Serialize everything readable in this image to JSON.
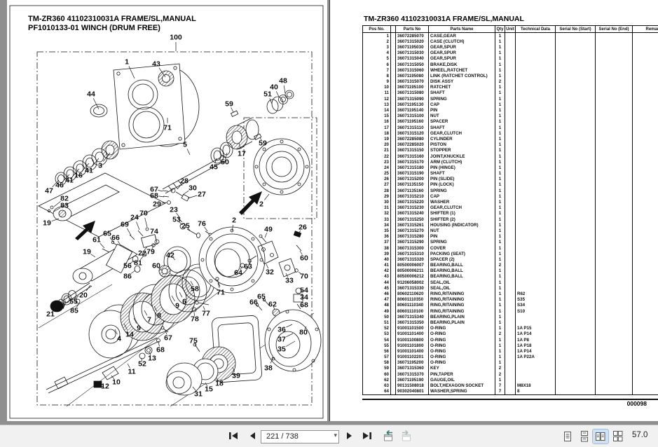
{
  "viewer": {
    "toolbar": {
      "page_field": "221 / 738",
      "zoom_value": "57.0",
      "colors": {
        "layout_selected_bg": "#cfe0f2",
        "view_arrow": "#2e7d74"
      }
    }
  },
  "left_page": {
    "title_line1": "TM-ZR360 41102310031A FRAME/SL,MANUAL",
    "title_line2": "PF1010133-01 WINCH (DRUM FREE)",
    "assembly_label": "100",
    "part_labels": [
      [
        "100",
        251,
        53,
        251,
        73
      ],
      [
        "1",
        181,
        88,
        192,
        112
      ],
      [
        "43",
        223,
        91,
        236,
        110
      ],
      [
        "44",
        130,
        134,
        141,
        156
      ],
      [
        "71",
        239,
        182,
        239,
        168
      ],
      [
        "3",
        143,
        236,
        157,
        218
      ],
      [
        "41",
        127,
        243,
        141,
        226
      ],
      [
        "16",
        112,
        250,
        127,
        233
      ],
      [
        "41",
        99,
        257,
        113,
        241
      ],
      [
        "46",
        85,
        264,
        99,
        249
      ],
      [
        "47",
        70,
        272,
        84,
        257
      ],
      [
        "82",
        92,
        283,
        77,
        295
      ],
      [
        "83",
        92,
        293,
        77,
        302
      ],
      [
        "19",
        67,
        318,
        84,
        312
      ],
      [
        "59",
        327,
        148,
        333,
        160
      ],
      [
        "48",
        404,
        115,
        407,
        133
      ],
      [
        "40",
        391,
        124,
        398,
        138
      ],
      [
        "51",
        382,
        134,
        388,
        148
      ],
      [
        "5",
        264,
        206,
        271,
        221
      ],
      [
        "45",
        305,
        238,
        309,
        226
      ],
      [
        "50",
        321,
        231,
        324,
        218
      ],
      [
        "17",
        345,
        219,
        341,
        204
      ],
      [
        "59",
        375,
        204,
        371,
        196
      ],
      [
        "28",
        263,
        258,
        253,
        270
      ],
      [
        "30",
        275,
        268,
        261,
        278
      ],
      [
        "27",
        288,
        277,
        268,
        283
      ],
      [
        "67",
        220,
        270,
        232,
        273
      ],
      [
        "68",
        220,
        279,
        234,
        281
      ],
      [
        "29",
        224,
        291,
        238,
        289
      ],
      [
        "2",
        373,
        291,
        384,
        277
      ],
      [
        "23",
        248,
        299,
        256,
        310
      ],
      [
        "53",
        252,
        313,
        260,
        321
      ],
      [
        "25",
        265,
        322,
        271,
        329
      ],
      [
        "76",
        288,
        319,
        296,
        330
      ],
      [
        "2",
        334,
        314,
        331,
        330
      ],
      [
        "70",
        205,
        304,
        210,
        324
      ],
      [
        "24",
        192,
        310,
        199,
        328
      ],
      [
        "69",
        178,
        320,
        187,
        336
      ],
      [
        "65",
        153,
        333,
        162,
        346
      ],
      [
        "66",
        165,
        339,
        172,
        350
      ],
      [
        "61",
        138,
        342,
        149,
        354
      ],
      [
        "74",
        220,
        330,
        223,
        343
      ],
      [
        "22",
        203,
        361,
        210,
        352
      ],
      [
        "79",
        215,
        359,
        219,
        351
      ],
      [
        "81",
        197,
        375,
        204,
        366
      ],
      [
        "56",
        182,
        379,
        191,
        372
      ],
      [
        "86",
        182,
        394,
        193,
        386
      ],
      [
        "19",
        124,
        359,
        136,
        367
      ],
      [
        "20",
        119,
        421,
        129,
        407
      ],
      [
        "55",
        105,
        430,
        112,
        422
      ],
      [
        "85",
        106,
        443,
        113,
        433
      ],
      [
        "57",
        88,
        437,
        94,
        429
      ],
      [
        "21",
        72,
        448,
        79,
        440
      ],
      [
        "4",
        170,
        483,
        164,
        470
      ],
      [
        "14",
        185,
        477,
        177,
        462
      ],
      [
        "9",
        198,
        468,
        191,
        454
      ],
      [
        "7",
        213,
        456,
        206,
        443
      ],
      [
        "8",
        227,
        450,
        220,
        437
      ],
      [
        "9",
        253,
        436,
        245,
        422
      ],
      [
        "6",
        263,
        430,
        256,
        417
      ],
      [
        "58",
        278,
        412,
        272,
        401
      ],
      [
        "71",
        315,
        417,
        311,
        404
      ],
      [
        "77",
        294,
        447,
        290,
        437
      ],
      [
        "78",
        278,
        455,
        277,
        446
      ],
      [
        "67",
        240,
        482,
        236,
        472
      ],
      [
        "68",
        229,
        499,
        226,
        489
      ],
      [
        "13",
        217,
        511,
        213,
        503
      ],
      [
        "52",
        203,
        519,
        202,
        511
      ],
      [
        "11",
        188,
        530,
        182,
        519
      ],
      [
        "10",
        166,
        545,
        159,
        536
      ],
      [
        "12",
        150,
        551,
        144,
        552
      ],
      [
        "75",
        276,
        486,
        280,
        495
      ],
      [
        "31",
        283,
        562,
        275,
        552
      ],
      [
        "15",
        298,
        555,
        293,
        546
      ],
      [
        "18",
        313,
        547,
        309,
        539
      ],
      [
        "39",
        337,
        536,
        332,
        524
      ],
      [
        "38",
        383,
        525,
        390,
        510
      ],
      [
        "49",
        383,
        327,
        378,
        339
      ],
      [
        "26",
        432,
        324,
        425,
        335
      ],
      [
        "32",
        385,
        388,
        380,
        377
      ],
      [
        "33",
        413,
        400,
        408,
        390
      ],
      [
        "70",
        434,
        394,
        426,
        388
      ],
      [
        "60",
        434,
        368,
        428,
        358
      ],
      [
        "64",
        340,
        389,
        346,
        380
      ],
      [
        "63",
        354,
        380,
        359,
        372
      ],
      [
        "65",
        373,
        423,
        378,
        430
      ],
      [
        "66",
        362,
        431,
        368,
        438
      ],
      [
        "62",
        389,
        434,
        392,
        442
      ],
      [
        "54",
        434,
        414,
        429,
        416
      ],
      [
        "34",
        434,
        424,
        430,
        425
      ],
      [
        "68",
        434,
        435,
        429,
        437
      ],
      [
        "80",
        433,
        474,
        437,
        466
      ],
      [
        "36",
        402,
        470,
        417,
        463
      ],
      [
        "37",
        402,
        484,
        418,
        476
      ],
      [
        "35",
        402,
        498,
        421,
        487
      ],
      [
        "42",
        243,
        364,
        250,
        371
      ],
      [
        "60",
        223,
        379,
        231,
        386
      ]
    ]
  },
  "right_page": {
    "title": "TM-ZR360 41102310031A FRAME/SL,MANUAL",
    "page_code": "000098",
    "table": {
      "headers": [
        "Pos No.",
        "",
        "Parts No",
        "Parts Name",
        "Qty",
        "Unit",
        "Technical Data",
        "Serial No (Start)",
        "Serial No (End)",
        "Remark"
      ],
      "rows": [
        [
          "1",
          "36072285070",
          "CASE,GEAR",
          "1",
          ""
        ],
        [
          "2",
          "36071315020",
          "CASE (CLUTCH)",
          "1",
          ""
        ],
        [
          "3",
          "36071195030",
          "GEAR,SPUR",
          "1",
          ""
        ],
        [
          "4",
          "36071315030",
          "GEAR,SPUR",
          "1",
          ""
        ],
        [
          "5",
          "36071315040",
          "GEAR,SPUR",
          "1",
          ""
        ],
        [
          "6",
          "36071315050",
          "BRAKE,DISK",
          "1",
          ""
        ],
        [
          "7",
          "36071315060",
          "WHEEL,RATCHET",
          "1",
          ""
        ],
        [
          "8",
          "36071195080",
          "LINK (RATCHET CONTROL)",
          "1",
          ""
        ],
        [
          "9",
          "36071315070",
          "DISK ASSY",
          "2",
          ""
        ],
        [
          "10",
          "36071195100",
          "RATCHET",
          "1",
          ""
        ],
        [
          "11",
          "36071315080",
          "SHAFT",
          "1",
          ""
        ],
        [
          "12",
          "36071315090",
          "SPRING",
          "1",
          ""
        ],
        [
          "13",
          "36071195130",
          "CAP",
          "1",
          ""
        ],
        [
          "14",
          "36071195140",
          "PIN",
          "1",
          ""
        ],
        [
          "15",
          "36071315100",
          "NUT",
          "1",
          ""
        ],
        [
          "16",
          "36071195160",
          "SPACER",
          "1",
          ""
        ],
        [
          "17",
          "36071315110",
          "SHAFT",
          "1",
          ""
        ],
        [
          "18",
          "36071315120",
          "GEAR,CLUTCH",
          "1",
          ""
        ],
        [
          "19",
          "36072285080",
          "CYLINDER",
          "1",
          ""
        ],
        [
          "20",
          "36072285020",
          "PISTON",
          "1",
          ""
        ],
        [
          "21",
          "36071315150",
          "STOPPER",
          "1",
          ""
        ],
        [
          "22",
          "36071315160",
          "JOINT,KNUCKLE",
          "1",
          ""
        ],
        [
          "23",
          "36071315170",
          "ARM (CLUTCH)",
          "1",
          ""
        ],
        [
          "24",
          "36071315180",
          "PIN (HINGE)",
          "1",
          ""
        ],
        [
          "25",
          "36071315190",
          "SHAFT",
          "1",
          ""
        ],
        [
          "26",
          "36071315200",
          "PIN (SLIDE)",
          "1",
          ""
        ],
        [
          "27",
          "36071135150",
          "PIN (LOCK)",
          "1",
          ""
        ],
        [
          "28",
          "36071135160",
          "SPRING",
          "1",
          ""
        ],
        [
          "29",
          "36071315210",
          "CAP",
          "1",
          ""
        ],
        [
          "30",
          "36071315220",
          "WASHER",
          "1",
          ""
        ],
        [
          "31",
          "36071315230",
          "GEAR,CLUTCH",
          "1",
          ""
        ],
        [
          "32",
          "36071315240",
          "SHIFTER (1)",
          "1",
          ""
        ],
        [
          "33",
          "36071315250",
          "SHIFTER (2)",
          "1",
          ""
        ],
        [
          "34",
          "36071315261",
          "HOUSING (INDICATOR)",
          "1",
          ""
        ],
        [
          "35",
          "36071315270",
          "NUT",
          "1",
          ""
        ],
        [
          "36",
          "36071315280",
          "PIN",
          "1",
          ""
        ],
        [
          "37",
          "36071315290",
          "SPRING",
          "1",
          ""
        ],
        [
          "38",
          "36071315300",
          "COVER",
          "1",
          ""
        ],
        [
          "39",
          "36071315310",
          "PACKING (SEAT)",
          "1",
          ""
        ],
        [
          "40",
          "36071315320",
          "SPACER (2)",
          "1",
          ""
        ],
        [
          "41",
          "80500006007",
          "BEARING,BALL",
          "2",
          ""
        ],
        [
          "42",
          "80500006211",
          "BEARING,BALL",
          "1",
          ""
        ],
        [
          "43",
          "80500006212",
          "BEARING,BALL",
          "1",
          ""
        ],
        [
          "44",
          "91206058002",
          "SEAL,OIL",
          "1",
          ""
        ],
        [
          "45",
          "36071315330",
          "SEAL,OIL",
          "1",
          ""
        ],
        [
          "46",
          "80602110620",
          "RING,RITAINING",
          "1",
          "R62"
        ],
        [
          "47",
          "80601110350",
          "RING,RITAINING",
          "1",
          "S35"
        ],
        [
          "48",
          "80601110340",
          "RING,RITAINING",
          "1",
          "S34"
        ],
        [
          "49",
          "80601110100",
          "RING,RITAINING",
          "1",
          "S10"
        ],
        [
          "50",
          "36071315340",
          "BEARING,PLAIN",
          "1",
          ""
        ],
        [
          "51",
          "36071315350",
          "BEARING,PLAIN",
          "1",
          ""
        ],
        [
          "52",
          "91001101500",
          "O-RING",
          "1",
          "1A P15"
        ],
        [
          "53",
          "91001101400",
          "O-RING",
          "2",
          "1A P14"
        ],
        [
          "54",
          "91001100800",
          "O-RING",
          "1",
          "1A P8"
        ],
        [
          "55",
          "91001101800",
          "O-RING",
          "1",
          "1A P18"
        ],
        [
          "56",
          "91001101400",
          "O-RING",
          "1",
          "1A P14"
        ],
        [
          "57",
          "91001102201",
          "O-RING",
          "1",
          "1A P22A"
        ],
        [
          "58",
          "36071195200",
          "O-RING",
          "1",
          ""
        ],
        [
          "59",
          "36071315360",
          "KEY",
          "2",
          ""
        ],
        [
          "60",
          "36071315370",
          "PIN,TAPER",
          "2",
          ""
        ],
        [
          "62",
          "36071195190",
          "GAUGE,OIL",
          "1",
          ""
        ],
        [
          "63",
          "90131508018",
          "BOLT,HEXAGON SOCKET",
          "7",
          "M8X18"
        ],
        [
          "64",
          "90302040801",
          "WASHER,SPRING",
          "7",
          "8"
        ]
      ]
    }
  }
}
